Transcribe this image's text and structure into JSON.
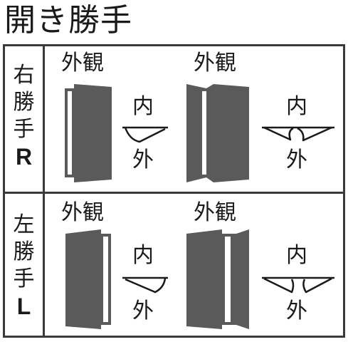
{
  "title": "開き勝手",
  "rows": [
    {
      "label_chars": [
        "右",
        "勝",
        "手"
      ],
      "label_letter": "R",
      "cells": [
        {
          "view_label": "外観",
          "inside": "内",
          "outside": "外"
        },
        {
          "view_label": "外観",
          "inside": "内",
          "outside": "外"
        }
      ]
    },
    {
      "label_chars": [
        "左",
        "勝",
        "手"
      ],
      "label_letter": "L",
      "cells": [
        {
          "view_label": "外観",
          "inside": "内",
          "outside": "外"
        },
        {
          "view_label": "外観",
          "inside": "内",
          "outside": "外"
        }
      ]
    }
  ],
  "colors": {
    "door": "#5a5a5a",
    "line": "#1a1a1a",
    "border": "#3a3a3a"
  }
}
